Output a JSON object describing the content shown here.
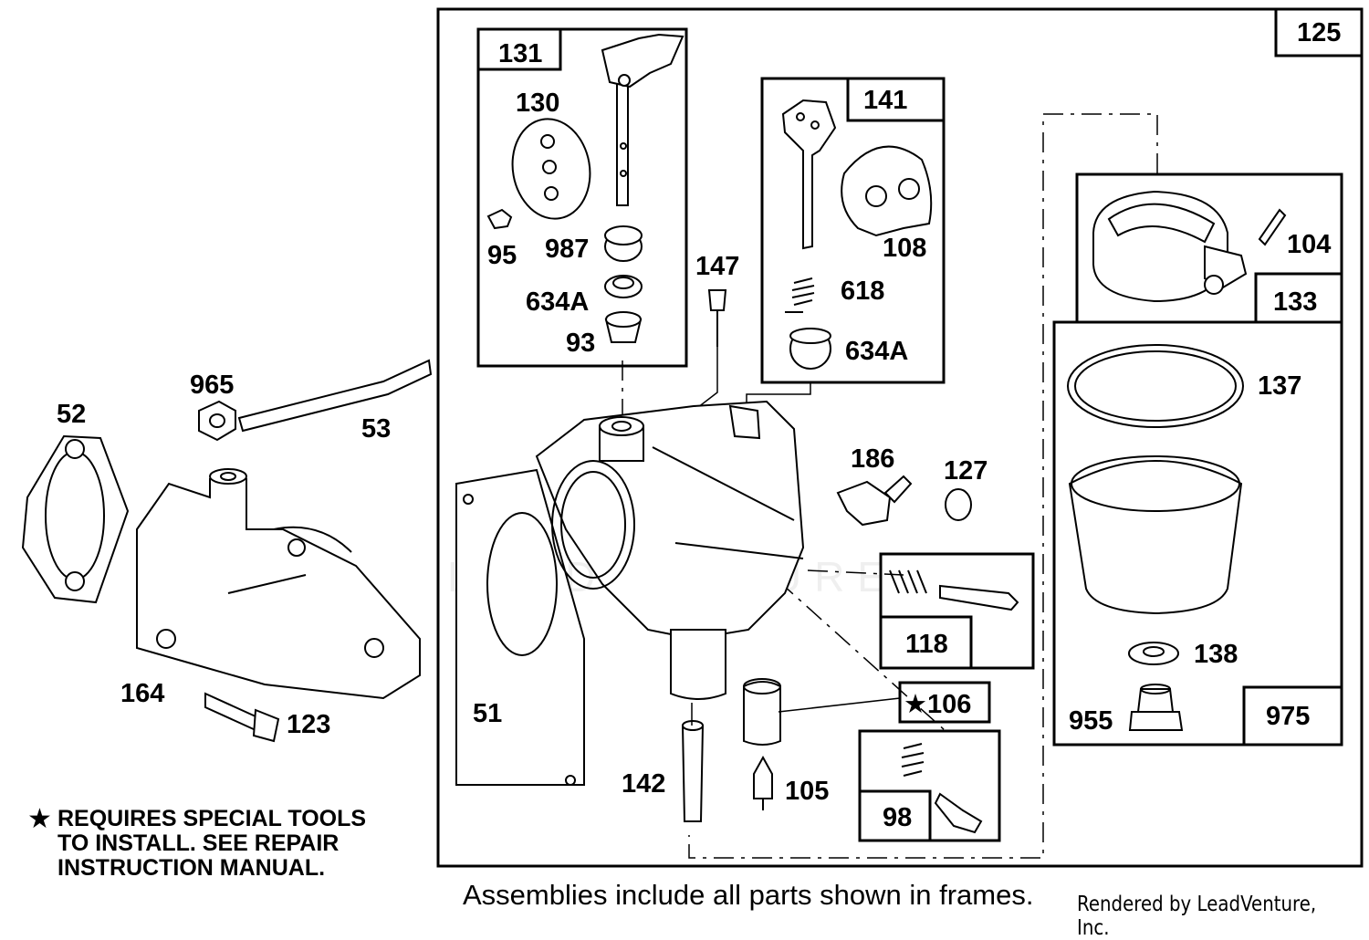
{
  "labels": {
    "p125": "125",
    "p131": "131",
    "p130": "130",
    "p95": "95",
    "p987": "987",
    "p634a_1": "634A",
    "p93": "93",
    "p147": "147",
    "p141": "141",
    "p108": "108",
    "p618": "618",
    "p634a_2": "634A",
    "p104": "104",
    "p133": "133",
    "p137": "137",
    "p138": "138",
    "p955": "955",
    "p975": "975",
    "p186": "186",
    "p127": "127",
    "p118": "118",
    "p106": "★106",
    "p98": "98",
    "p105": "105",
    "p142": "142",
    "p51": "51",
    "p52": "52",
    "p965": "965",
    "p53": "53",
    "p164": "164",
    "p123": "123"
  },
  "note": {
    "star": "★",
    "text": "REQUIRES SPECIAL TOOLS\nTO INSTALL.  SEE REPAIR\nINSTRUCTION MANUAL."
  },
  "footer": {
    "assemblies": "Assemblies include all parts shown in frames.",
    "rendered_by": "Rendered by LeadVenture, Inc."
  },
  "watermark": "LEADVENTURE"
}
